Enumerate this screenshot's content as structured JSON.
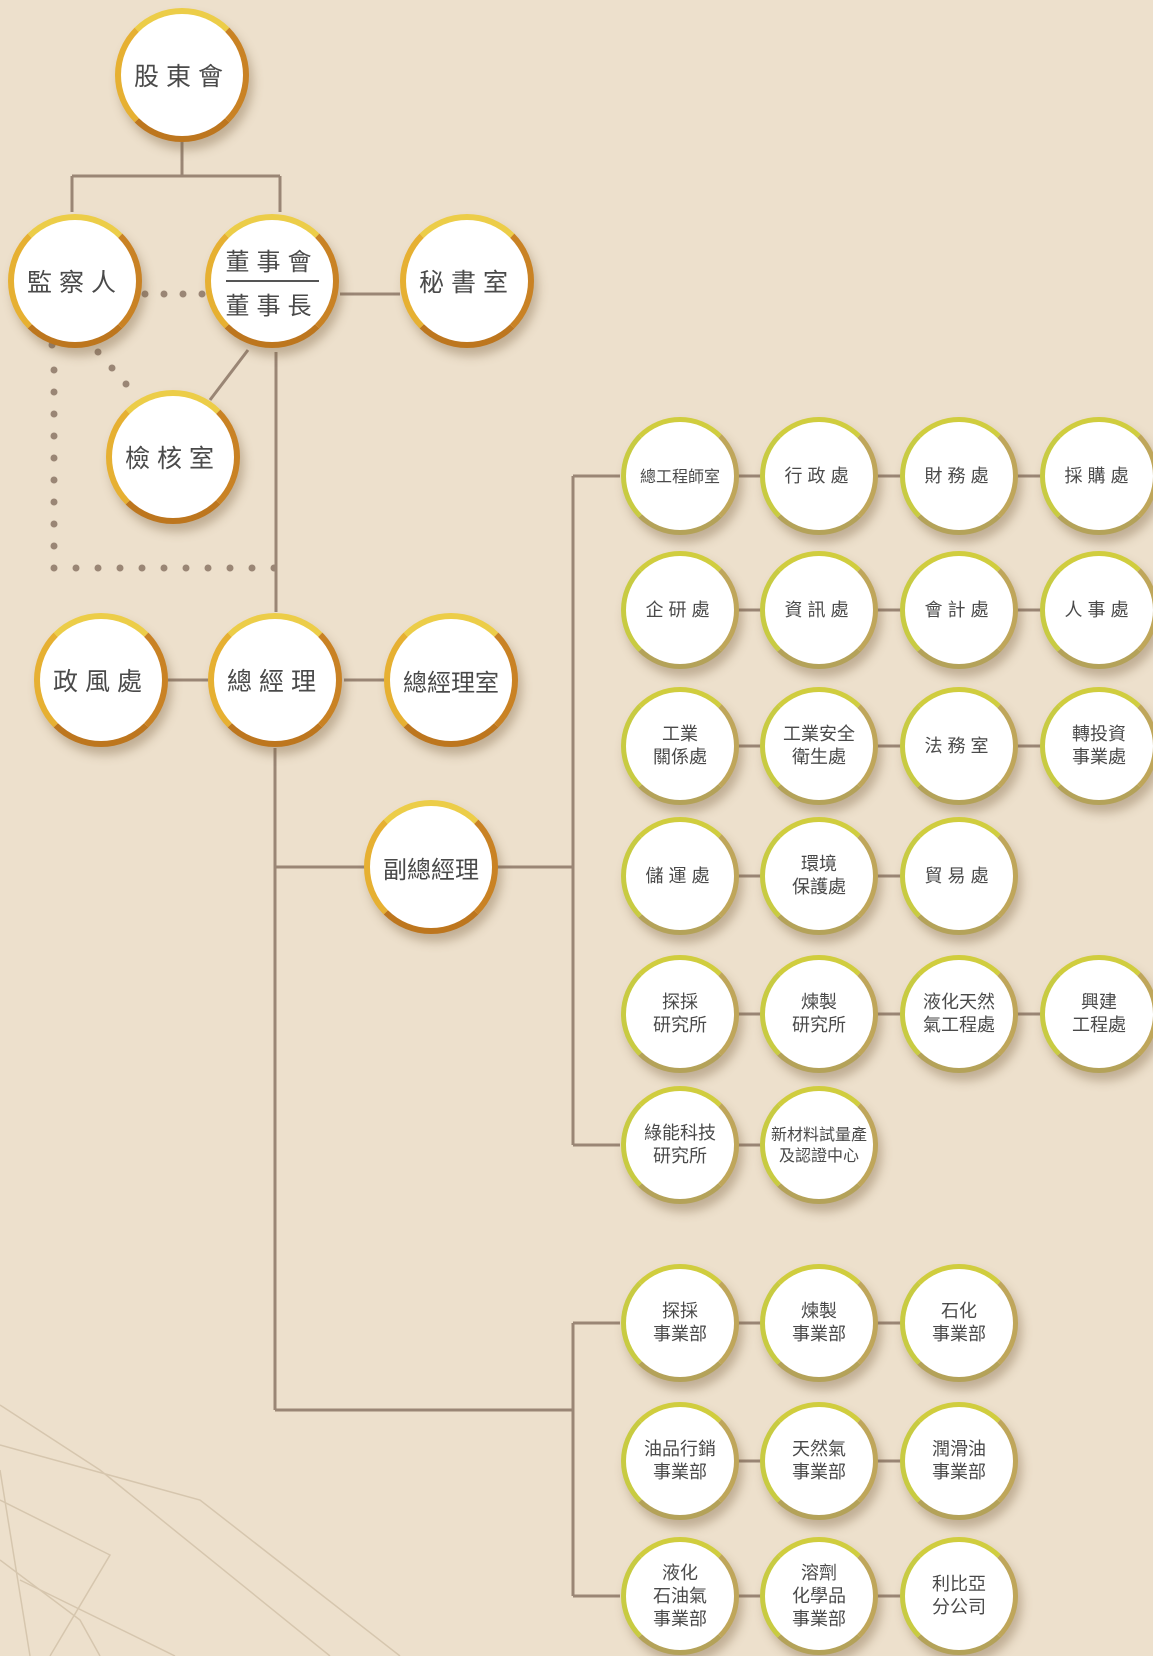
{
  "top": {
    "shareholders": "股東會",
    "supervisors": "監察人",
    "board": "董事會",
    "chairman": "董事長",
    "secretariat": "秘書室",
    "audit": "檢核室"
  },
  "management": {
    "ethics": "政風處",
    "president": "總經理",
    "president_office": "總經理室",
    "vp": "副總經理"
  },
  "staff_units": [
    [
      "總工程師室",
      "行政處",
      "財務處",
      "採購處"
    ],
    [
      "企研處",
      "資訊處",
      "會計處",
      "人事處"
    ],
    [
      "工業\n關係處",
      "工業安全\n衛生處",
      "法務室",
      "轉投資\n事業處"
    ],
    [
      "儲運處",
      "環境\n保護處",
      "貿易處"
    ],
    [
      "探採\n研究所",
      "煉製\n研究所",
      "液化天然\n氣工程處",
      "興建\n工程處"
    ],
    [
      "綠能科技\n研究所",
      "新材料試量產\n及認證中心"
    ]
  ],
  "business_units": [
    [
      "探採\n事業部",
      "煉製\n事業部",
      "石化\n事業部"
    ],
    [
      "油品行銷\n事業部",
      "天然氣\n事業部",
      "潤滑油\n事業部"
    ],
    [
      "液化\n石油氣\n事業部",
      "溶劑\n化學品\n事業部",
      "利比亞\n分公司"
    ]
  ],
  "colors": {
    "background": "#ede0cc",
    "line": "#9a8675",
    "gold_ring": "#e49f2a",
    "green_ring": "#c2c44a"
  }
}
